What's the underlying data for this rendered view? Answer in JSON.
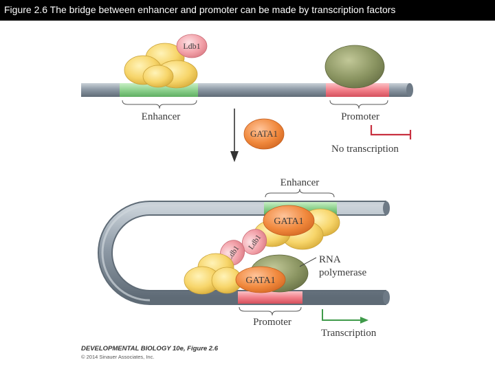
{
  "header": {
    "title": "Figure 2.6  The bridge between enhancer and promoter can be made by transcription factors"
  },
  "diagram": {
    "top": {
      "factor_ldb1": "Ldb1",
      "enhancer_label": "Enhancer",
      "promoter_label": "Promoter",
      "free_factor_gata1": "GATA1",
      "outcome_label": "No transcription"
    },
    "bottom": {
      "enhancer_label": "Enhancer",
      "gata1_upper": "GATA1",
      "ldb1_left": "Ldb1",
      "ldb1_right": "Ldb1",
      "gata1_lower": "GATA1",
      "rna_polymerase_label_line1": "RNA",
      "rna_polymerase_label_line2": "polymerase",
      "promoter_label": "Promoter",
      "outcome_label": "Transcription"
    }
  },
  "credit": {
    "book": "DEVELOPMENTAL BIOLOGY 10e, Figure 2.6",
    "copyright": "© 2014 Sinauer Associates, Inc."
  },
  "colors": {
    "dna": "#8e9aa6",
    "enhancer": "#8fd28f",
    "promoter": "#f2808a",
    "factor_yellow": "#f7d56a",
    "gata1": "#f0883c",
    "ldb1": "#f2a0a8",
    "polymerase": "#8a9461",
    "repression": "#c8303f",
    "activation": "#3f9a4a"
  }
}
